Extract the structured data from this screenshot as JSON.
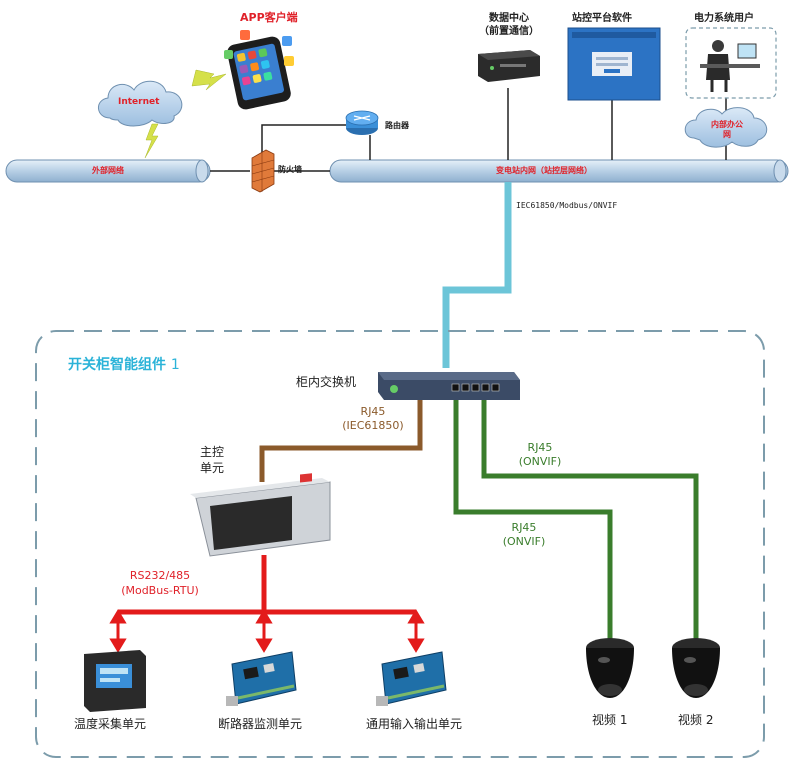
{
  "top": {
    "app_client": "APP客户端",
    "internet": "Internet",
    "router": "路由器",
    "firewall": "防火墙",
    "external_network": "外部网络",
    "substation_network": "变电站内网（站控层网络）",
    "data_center_line1": "数据中心",
    "data_center_line2": "（前置通信）",
    "station_software": "站控平台软件",
    "power_user": "电力系统用户",
    "office_network_line1": "内部办公",
    "office_network_line2": "网",
    "protocol": "IEC61850/Modbus/ONVIF"
  },
  "cabinet": {
    "title": "开关柜智能组件",
    "index": "1",
    "switch": "柜内交换机",
    "rj45_iec_line1": "RJ45",
    "rj45_iec_line2": "(IEC61850)",
    "rj45_onvif_a_line1": "RJ45",
    "rj45_onvif_a_line2": "(ONVIF)",
    "rj45_onvif_b_line1": "RJ45",
    "rj45_onvif_b_line2": "(ONVIF)",
    "main_unit_line1": "主控",
    "main_unit_line2": "单元",
    "rs_line1": "RS232/485",
    "rs_line2": "(ModBus-RTU)",
    "temp_unit": "温度采集单元",
    "breaker_unit": "断路器监测单元",
    "io_unit": "通用输入输出单元",
    "video1": "视频 1",
    "video2": "视频 2"
  },
  "colors": {
    "pipe": "#b8d0e6",
    "red_text": "#e0222a",
    "cyan_link": "#6cc5d8",
    "brown_link": "#8b5a2b",
    "green_link": "#3a7d2c",
    "red_link": "#e31b1b",
    "dash": "#7c9cab",
    "title_cyan": "#2bb3d8"
  }
}
